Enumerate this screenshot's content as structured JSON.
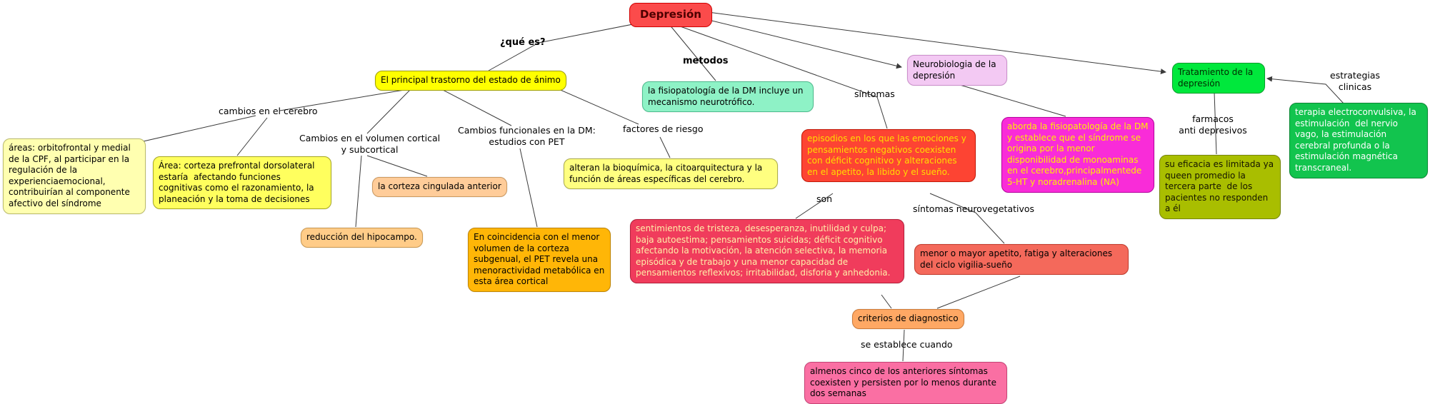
{
  "map_title": "Depresión",
  "connector_color": "#3a3a3a",
  "nodes": {
    "depresion": {
      "text": "Depresión",
      "bg": "#fb4b4b",
      "border": "#d40000",
      "fg": "#4d0000"
    },
    "principal": {
      "text": "El principal trastorno del estado de ánimo",
      "bg": "#ffff00",
      "border": "#a2a200",
      "fg": "#000000"
    },
    "fisiopatologia": {
      "text": "la fisiopatología de la DM incluye un mecanismo neurotrófico.",
      "bg": "#8ef2c6",
      "border": "#4dbd8e",
      "fg": "#000000"
    },
    "neurobiologia": {
      "text": "Neurobiologia de la depresión",
      "bg": "#f3c9f3",
      "border": "#cc8fcc",
      "fg": "#000000"
    },
    "tratamiento": {
      "text": "Tratamiento de la depresión",
      "bg": "#00e83c",
      "border": "#00a228",
      "fg": "#002b00"
    },
    "terapia": {
      "text": "terapia electroconvulsiva, la estimulación  del nervio vago, la estimulación cerebral profunda o la estimulación magnética transcraneal.",
      "bg": "#12c44e",
      "border": "#0a8a34",
      "fg": "#ffffff"
    },
    "eficacia": {
      "text": "su eficacia es limitada ya queen promedio la tercera parte  de los pacientes no responden a él",
      "bg": "#a9be00",
      "border": "#78870a",
      "fg": "#141400"
    },
    "areas": {
      "text": "áreas: orbitofrontal y medial de la CPF, al participar en la regulación de la experienciaemocional, contribuirían al componente afectivo del síndrome",
      "bg": "#ffffb0",
      "border": "#bdbd6b",
      "fg": "#000000"
    },
    "dorsolateral": {
      "text": "Área: corteza prefrontal dorsolateral estaría  afectando funciones cognitivas como el razonamiento, la planeación y la toma de decisiones",
      "bg": "#ffff5e",
      "border": "#aaaa22",
      "fg": "#000000"
    },
    "cingulada": {
      "text": "la corteza cingulada anterior",
      "bg": "#ffcc99",
      "border": "#cc9960",
      "fg": "#000000"
    },
    "hipocampo": {
      "text": "reducción del hipocampo.",
      "bg": "#ffcc88",
      "border": "#cc9950",
      "fg": "#000000"
    },
    "coincidencia": {
      "text": "En coincidencia con el menor volumen de la corteza subgenual, el PET revela una menoractividad metabólica en esta área cortical",
      "bg": "#ffb607",
      "border": "#c08400",
      "fg": "#000000"
    },
    "alteran": {
      "text": "alteran la bioquímica, la citoarquitectura y la función de áreas específicas del cerebro.",
      "bg": "#ffff80",
      "border": "#adad4a",
      "fg": "#000000"
    },
    "episodios": {
      "text": "episodios en los que las emociones y pensamientos negativos coexisten con déficit cognitivo y alteraciones en el apetito, la libido y el sueño.",
      "bg": "#fd4433",
      "border": "#c51505",
      "fg": "#ffdd00"
    },
    "aborda": {
      "text": "aborda la fisiopatología de la DM y establece que el síndrome se origina por la menor disponibilidad de monoaminas en el cerebro,principalmentede 5-HT y noradrenalina (NA)",
      "bg": "#f92cd8",
      "border": "#b800a0",
      "fg": "#ffee00"
    },
    "sentimientos": {
      "text": "sentimientos de tristeza, desesperanza, inutilidad y culpa; baja autoestima; pensamientos suicidas; déficit cognitivo afectando la motivación, la atención selectiva, la memoria episódica y de trabajo y una menor capacidad de pensamientos reflexivos; irritabilidad, disforia y anhedonia.",
      "bg": "#f03c5c",
      "border": "#b51f3a",
      "fg": "#ffefa8"
    },
    "menor_apetito": {
      "text": "menor o mayor apetito, fatiga y alteraciones del ciclo vigilia-sueño",
      "bg": "#f4695b",
      "border": "#c23a2c",
      "fg": "#000000"
    },
    "criterios": {
      "text": "criterios de diagnostico",
      "bg": "#ffa864",
      "border": "#cc7a38",
      "fg": "#000000"
    },
    "almenos": {
      "text": "almenos cinco de los anteriores síntomas coexisten y persisten por lo menos durante dos semanas",
      "bg": "#fa6fa3",
      "border": "#c74376",
      "fg": "#000000"
    }
  },
  "labels": {
    "que_es": {
      "text": "¿qué es?"
    },
    "metodos": {
      "text": "metodos"
    },
    "sintomas": {
      "text": "síntomas"
    },
    "estrategias": {
      "text": "estrategias\nclinicas"
    },
    "farmacos": {
      "text": "farmacos\nanti depresivos"
    },
    "cambios_cerebro": {
      "text": "cambios en el cerebro"
    },
    "cambios_volumen": {
      "text": "Cambios en el volumen cortical\ny subcortical"
    },
    "cambios_funcionales": {
      "text": "Cambios funcionales en la DM:\nestudios con PET"
    },
    "factores": {
      "text": "factores de riesgo"
    },
    "son": {
      "text": "son"
    },
    "sintomas_neuro": {
      "text": "síntomas neurovegetativos"
    },
    "se_establece": {
      "text": "se establece cuando"
    }
  }
}
